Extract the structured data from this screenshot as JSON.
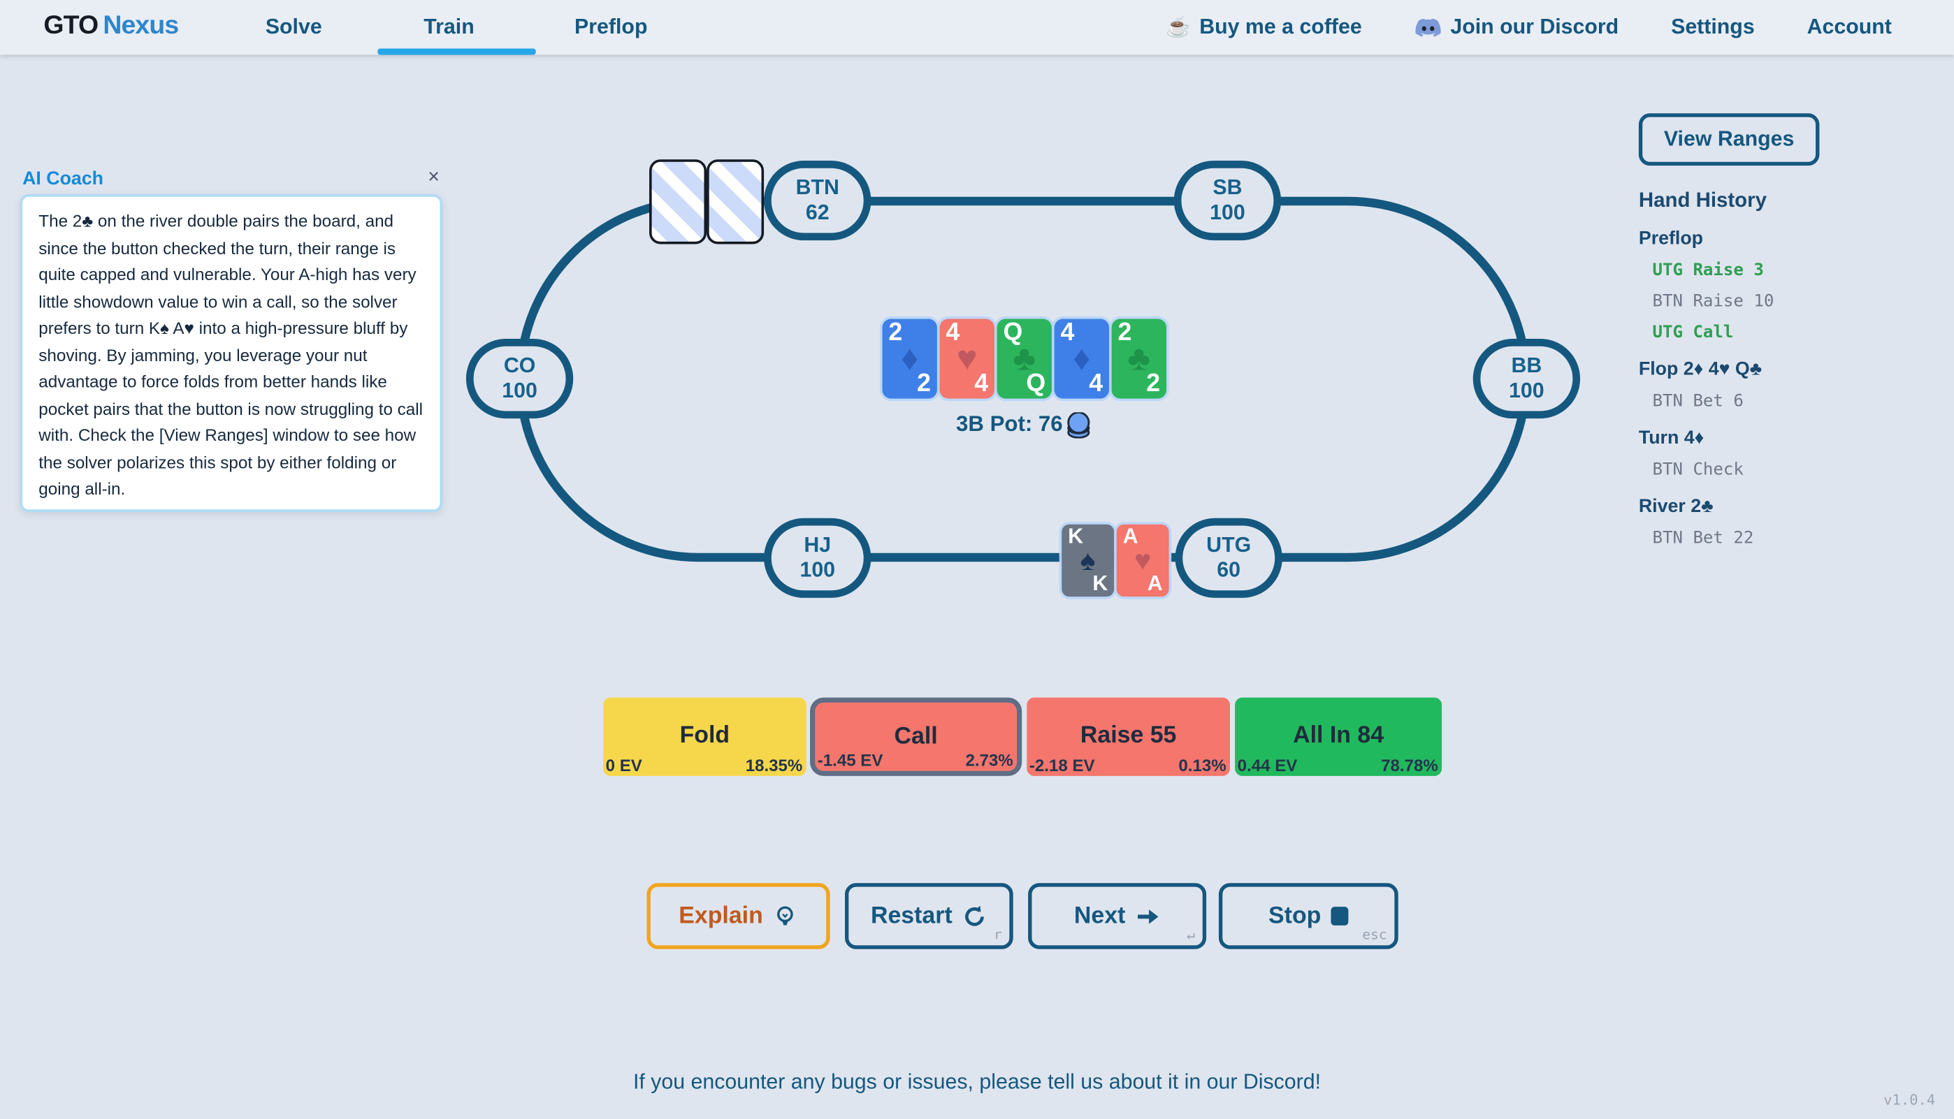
{
  "nav": {
    "brand": {
      "gto": "GTO",
      "nexus": "Nexus"
    },
    "tabs": [
      {
        "label": "Solve",
        "active": false
      },
      {
        "label": "Train",
        "active": true
      },
      {
        "label": "Preflop",
        "active": false
      }
    ],
    "right": [
      {
        "label": "Buy me a coffee",
        "icon": "coffee-icon"
      },
      {
        "label": "Join our Discord",
        "icon": "discord-icon"
      },
      {
        "label": "Settings"
      },
      {
        "label": "Account"
      }
    ]
  },
  "coach": {
    "title": "AI Coach",
    "close_glyph": "×",
    "body": "The 2♣ on the river double pairs the board, and since the button checked the turn, their range is quite capped and vulnerable. Your A-high has very little showdown value to win a call, so the solver prefers to turn K♠ A♥ into a high-pressure bluff by shoving. By jamming, you leverage your nut advantage to force folds from better hands like pocket pairs that the button is now struggling to call with. Check the [View Ranges] window to see how the solver polarizes this spot by either folding or going all-in."
  },
  "table": {
    "pot_label": "3B Pot: 76",
    "seats": [
      {
        "name": "BTN",
        "stack": "62"
      },
      {
        "name": "SB",
        "stack": "100"
      },
      {
        "name": "CO",
        "stack": "100"
      },
      {
        "name": "BB",
        "stack": "100"
      },
      {
        "name": "HJ",
        "stack": "100"
      },
      {
        "name": "UTG",
        "stack": "60"
      }
    ],
    "board": [
      {
        "rank": "2",
        "suit": "♦",
        "color": "blue"
      },
      {
        "rank": "4",
        "suit": "♥",
        "color": "red"
      },
      {
        "rank": "Q",
        "suit": "♣",
        "color": "green"
      },
      {
        "rank": "4",
        "suit": "♦",
        "color": "blue"
      },
      {
        "rank": "2",
        "suit": "♣",
        "color": "green"
      }
    ],
    "hero_cards": [
      {
        "rank": "K",
        "suit": "♠",
        "color": "gray"
      },
      {
        "rank": "A",
        "suit": "♥",
        "color": "red"
      }
    ]
  },
  "actions": [
    {
      "label": "Fold",
      "ev": "0 EV",
      "freq": "18.35%",
      "variant": "yellow",
      "selected": false
    },
    {
      "label": "Call",
      "ev": "-1.45 EV",
      "freq": "2.73%",
      "variant": "red",
      "selected": true
    },
    {
      "label": "Raise 55",
      "ev": "-2.18 EV",
      "freq": "0.13%",
      "variant": "red",
      "selected": false
    },
    {
      "label": "All In 84",
      "ev": "0.44 EV",
      "freq": "78.78%",
      "variant": "green",
      "selected": false
    }
  ],
  "controls": [
    {
      "label": "Explain",
      "icon": "lightbulb-icon",
      "hint": ""
    },
    {
      "label": "Restart",
      "icon": "refresh-icon",
      "hint": "r"
    },
    {
      "label": "Next",
      "icon": "arrow-right-icon",
      "hint": "↵"
    },
    {
      "label": "Stop",
      "icon": "stop-icon",
      "hint": "esc"
    }
  ],
  "ranges_button_label": "View Ranges",
  "history": {
    "title": "Hand History",
    "sections": [
      {
        "header": "Preflop",
        "actions": [
          {
            "text": "UTG Raise 3",
            "tone": "hero"
          },
          {
            "text": "BTN Raise 10",
            "tone": "villain"
          },
          {
            "text": "UTG Call",
            "tone": "hero"
          }
        ]
      },
      {
        "header": "Flop 2♦ 4♥ Q♣",
        "actions": [
          {
            "text": "BTN Bet 6",
            "tone": "villain"
          }
        ]
      },
      {
        "header": "Turn 4♦",
        "actions": [
          {
            "text": "BTN Check",
            "tone": "villain"
          }
        ]
      },
      {
        "header": "River 2♣",
        "actions": [
          {
            "text": "BTN Bet 22",
            "tone": "villain"
          }
        ]
      }
    ]
  },
  "footer": {
    "message": "If you encounter any bugs or issues, please tell us about it in our Discord!",
    "version": "v1.0.4"
  },
  "colors": {
    "page_bg": "#dfe5ee",
    "navy": "#15577f",
    "accent_underline": "#27a7e8",
    "logo_blue": "#2e86cb",
    "coach_header_blue": "#1789d6",
    "fold_yellow": "#f6d74b",
    "call_raise_salmon": "#f4766d",
    "allin_green": "#21b95d",
    "selected_border_slate": "#5f6e85",
    "explain_orange": "#f1a41f",
    "card_blue": "#3f80e8",
    "card_green": "#2db55d",
    "card_gray": "#6b7584",
    "history_green": "#2f9e52",
    "history_gray": "#6f7886"
  }
}
